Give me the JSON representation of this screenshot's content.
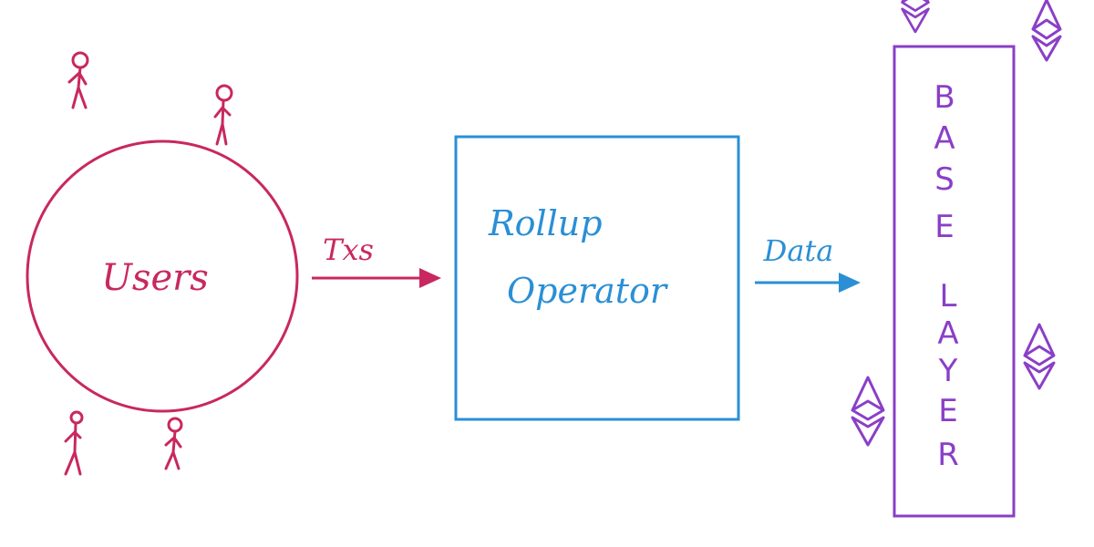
{
  "colors": {
    "users": "#c8285f",
    "operator": "#2a8fd6",
    "base": "#8a3fc7"
  },
  "users_label": "Users",
  "tx_label": "Txs",
  "operator_label": {
    "line1": "Rollup",
    "line2": "Operator"
  },
  "data_label": "Data",
  "base_layer_letters": [
    "B",
    "A",
    "S",
    "E",
    "L",
    "A",
    "Y",
    "E",
    "R"
  ],
  "icons": {
    "user": "stick-figure-icon",
    "base": "ethereum-diamond-icon"
  }
}
